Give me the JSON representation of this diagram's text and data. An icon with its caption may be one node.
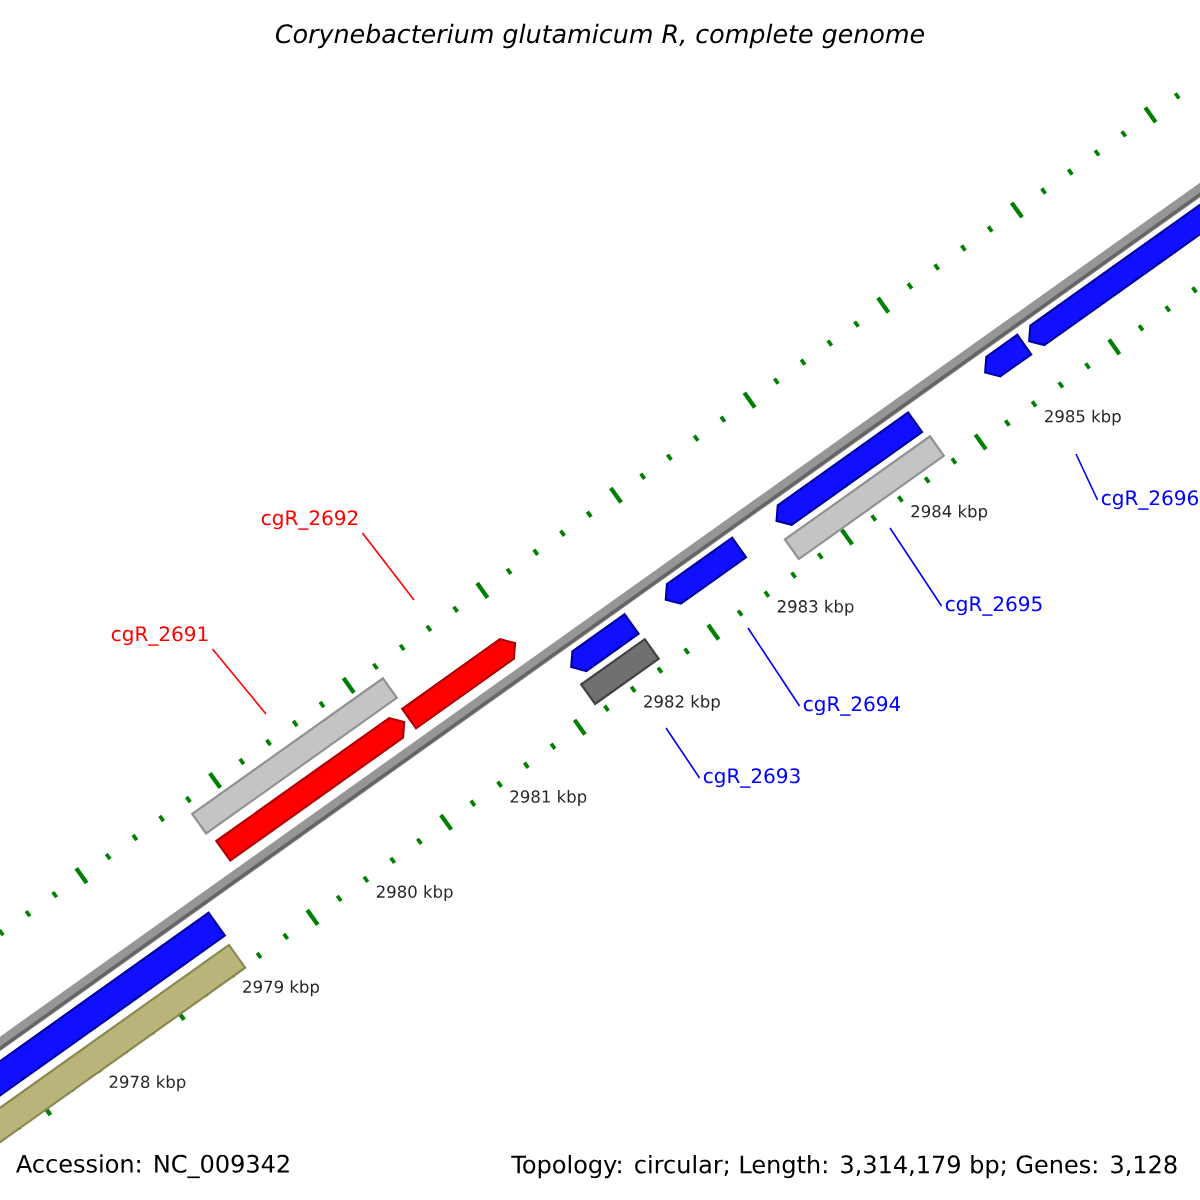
{
  "diagram": {
    "title": "Corynebacterium glutamicum R, complete genome",
    "nodes": [
      {
        "text": [
          "cgR_2691"
        ]
      },
      {
        "text": [
          "cgR_2692"
        ]
      },
      {
        "text": [
          "cgR_2693"
        ]
      },
      {
        "text": [
          "cgR_2694"
        ]
      },
      {
        "text": [
          "cgR_2695"
        ]
      },
      {
        "text": [
          "cgR_2696"
        ]
      }
    ],
    "edges": [
      {
        "from": 0,
        "to": null,
        "arrow": "none",
        "color": "#ff0000"
      },
      {
        "from": 1,
        "to": null,
        "arrow": "none",
        "color": "#ff0000"
      },
      {
        "from": 2,
        "to": null,
        "arrow": "none"
      },
      {
        "from": 3,
        "to": null,
        "arrow": "none"
      },
      {
        "from": 4,
        "to": null,
        "arrow": "none"
      },
      {
        "from": 5,
        "to": null,
        "arrow": "none"
      }
    ],
    "labels": [
      "2978 kbp",
      "2979 kbp",
      "2980 kbp",
      "2981 kbp",
      "2982 kbp",
      "2983 kbp",
      "2984 kbp",
      "2985 kbp",
      "Accession: NC_009342",
      "Topology: circular; Length: 3,314,179 bp; Genes: 3,128"
    ]
  }
}
